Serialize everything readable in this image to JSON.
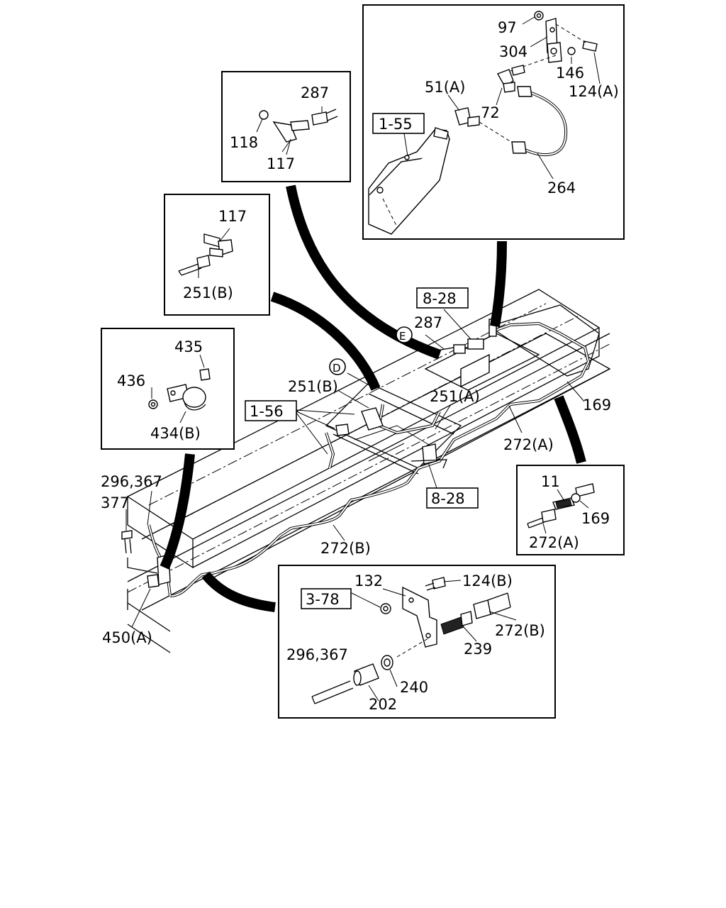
{
  "labels": {
    "l97": "97",
    "l304": "304",
    "l146": "146",
    "l124a": "124(A)",
    "l51a": "51(A)",
    "l72": "72",
    "ref_1_55": "1-55",
    "l264": "264",
    "l287_top": "287",
    "l118": "118",
    "l117_top": "117",
    "l117_mid": "117",
    "l251b_box": "251(B)",
    "ref_8_28_top": "8-28",
    "l287_mid": "287",
    "circle_e": "E",
    "circle_d": "D",
    "l251b_main": "251(B)",
    "l251a": "251(A)",
    "l169_main": "169",
    "ref_1_56": "1-56",
    "l272a_main": "272(A)",
    "l435": "435",
    "l436": "436",
    "l434b": "434(B)",
    "ref_8_28_bot": "8-28",
    "l11": "11",
    "l169_box": "169",
    "l272a_box": "272(A)",
    "l296_367_left": "296,367",
    "l377": "377",
    "l272b_main": "272(B)",
    "l450a": "450(A)",
    "l132": "132",
    "l124b": "124(B)",
    "ref_3_78": "3-78",
    "l272b_box": "272(B)",
    "l239": "239",
    "l296_367_box": "296,367",
    "l240": "240",
    "l202": "202"
  }
}
